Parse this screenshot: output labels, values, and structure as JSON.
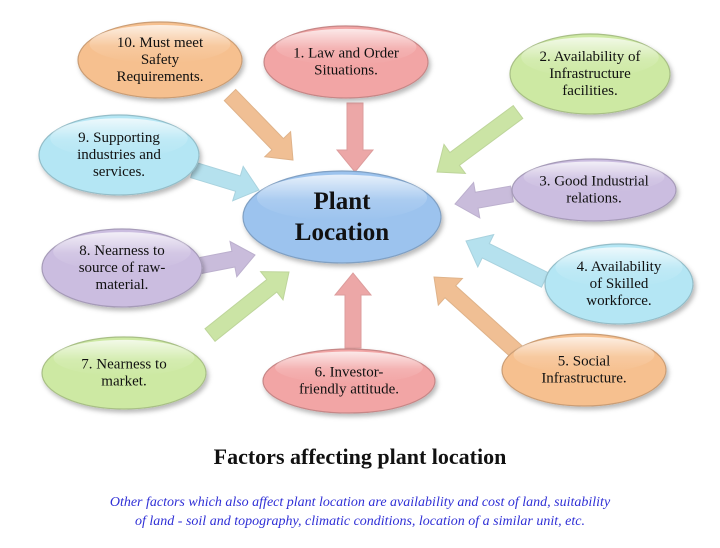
{
  "diagram": {
    "center": {
      "lines": [
        "Plant",
        "Location"
      ],
      "color": "#9cc3ee"
    },
    "factors": [
      {
        "lines": [
          "10. Must meet",
          "Safety",
          "Requirements."
        ],
        "color": "#f6c08f"
      },
      {
        "lines": [
          "1. Law and Order",
          "Situations."
        ],
        "color": "#f2a5a5"
      },
      {
        "lines": [
          "2. Availability of",
          "Infrastructure",
          "facilities."
        ],
        "color": "#cde9a3"
      },
      {
        "lines": [
          "9. Supporting",
          "industries and",
          "services."
        ],
        "color": "#b4e6f4"
      },
      {
        "lines": [
          "3. Good Industrial",
          "relations."
        ],
        "color": "#cbbde0"
      },
      {
        "lines": [
          "8. Nearness to",
          "source of raw-",
          "material."
        ],
        "color": "#cbbde0"
      },
      {
        "lines": [
          "4. Availability",
          "of Skilled",
          "workforce."
        ],
        "color": "#b4e6f4"
      },
      {
        "lines": [
          "7. Nearness to",
          "market."
        ],
        "color": "#cde9a3"
      },
      {
        "lines": [
          "6. Investor-",
          "friendly attitude."
        ],
        "color": "#f2a5a5"
      },
      {
        "lines": [
          "5. Social",
          "Infrastructure."
        ],
        "color": "#f6c08f"
      }
    ]
  },
  "caption": "Factors affecting plant location",
  "note": {
    "line1": "Other factors which also affect plant location are availability and cost of land, suitability",
    "line2": "of land - soil and topography, climatic conditions, location of a similar unit, etc."
  }
}
